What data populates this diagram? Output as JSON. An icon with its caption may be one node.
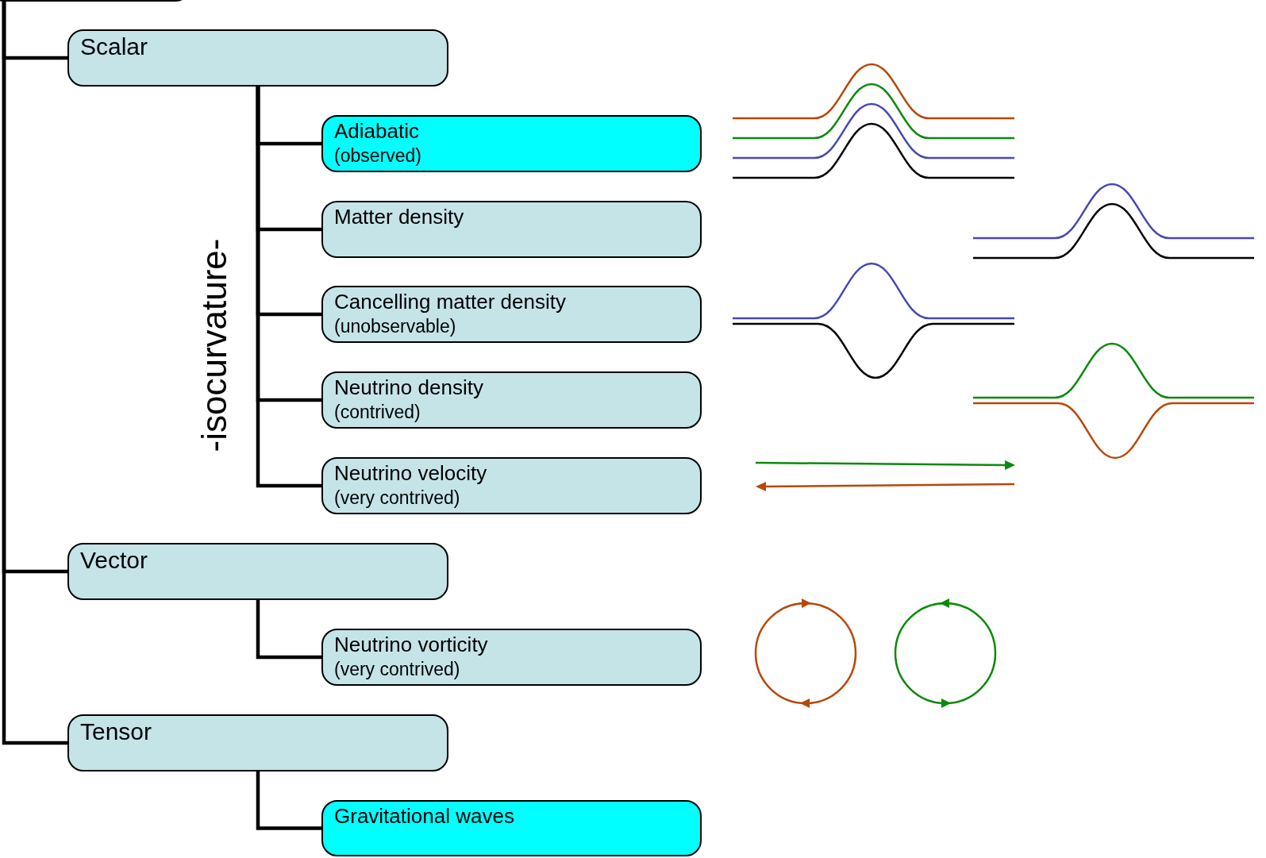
{
  "diagram": {
    "nodes": [
      {
        "text": [],
        "shape": "box"
      },
      {
        "text": [
          "Scalar"
        ]
      },
      {
        "text": [
          "Adiabatic",
          "(observed)"
        ]
      },
      {
        "text": [
          "Matter density"
        ]
      },
      {
        "text": [
          "Cancelling matter density",
          "(unobservable)"
        ]
      },
      {
        "text": [
          "Neutrino density",
          "(contrived)"
        ]
      },
      {
        "text": [
          "Neutrino velocity",
          "(very contrived)"
        ]
      },
      {
        "text": [
          "Vector"
        ]
      },
      {
        "text": [
          "Neutrino vorticity",
          "(very contrived)"
        ]
      },
      {
        "text": [
          "Tensor"
        ]
      },
      {
        "text": [
          "Gravitational waves"
        ]
      }
    ],
    "edges": [
      {
        "from": 0,
        "to": 1,
        "arrow": "none"
      },
      {
        "from": 1,
        "to": 2,
        "arrow": "none"
      },
      {
        "from": 1,
        "to": 3,
        "arrow": "none"
      },
      {
        "from": 1,
        "to": 4,
        "arrow": "none"
      },
      {
        "from": 1,
        "to": 5,
        "arrow": "none"
      },
      {
        "from": 1,
        "to": 6,
        "arrow": "none"
      },
      {
        "from": 0,
        "to": 7,
        "arrow": "none"
      },
      {
        "from": 7,
        "to": 8,
        "arrow": "none"
      },
      {
        "from": 0,
        "to": 9,
        "arrow": "none"
      },
      {
        "from": 9,
        "to": 10,
        "arrow": "none"
      }
    ],
    "labels": [
      "-isocurvature-"
    ]
  }
}
